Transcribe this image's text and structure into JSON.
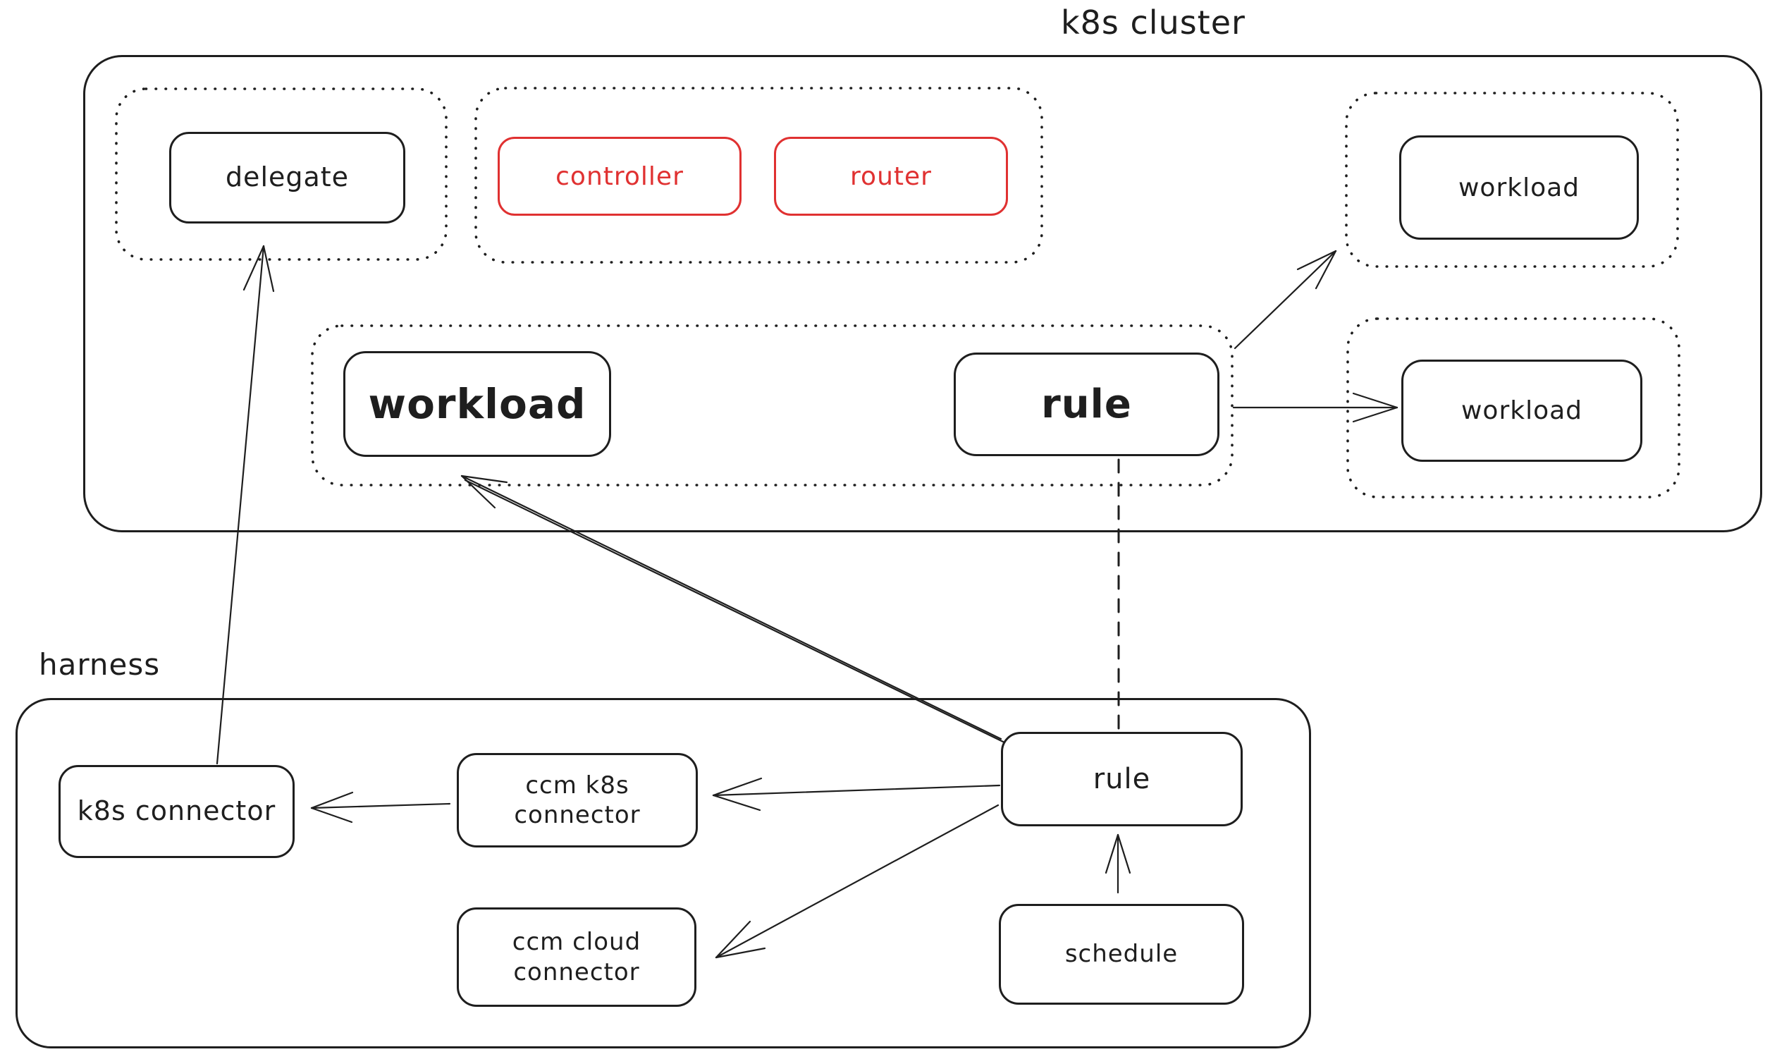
{
  "diagram": {
    "type": "architecture-sketch",
    "colors": {
      "ink": "#1e1e1e",
      "accent": "#e03131",
      "background": "#ffffff"
    },
    "groups": {
      "k8s_cluster": {
        "label": "k8s cluster"
      },
      "harness": {
        "label": "harness"
      }
    },
    "nodes": {
      "delegate": {
        "label": "delegate"
      },
      "controller": {
        "label": "controller"
      },
      "router": {
        "label": "router"
      },
      "workload_top_right": {
        "label": "workload"
      },
      "workload_mid_right": {
        "label": "workload"
      },
      "workload_main": {
        "label": "workload"
      },
      "rule_cluster": {
        "label": "rule"
      },
      "k8s_connector": {
        "label": "k8s connector"
      },
      "ccm_k8s_connector": {
        "label": "ccm k8s\nconnector"
      },
      "ccm_cloud_connector": {
        "label": "ccm cloud\nconnector"
      },
      "rule_harness": {
        "label": "rule"
      },
      "schedule": {
        "label": "schedule"
      }
    },
    "edges": [
      {
        "from": "k8s connector",
        "to": "delegate",
        "style": "solid-arrow"
      },
      {
        "from": "rule (harness)",
        "to": "workload (cluster)",
        "style": "solid-arrow"
      },
      {
        "from": "rule (harness)",
        "to": "ccm k8s connector",
        "style": "solid-arrow"
      },
      {
        "from": "rule (harness)",
        "to": "ccm cloud connector",
        "style": "solid-arrow"
      },
      {
        "from": "ccm k8s connector",
        "to": "k8s connector",
        "style": "solid-arrow"
      },
      {
        "from": "schedule",
        "to": "rule (harness)",
        "style": "solid-arrow"
      },
      {
        "from": "rule (cluster)",
        "to": "workload (top right)",
        "style": "solid-arrow"
      },
      {
        "from": "rule (cluster)",
        "to": "workload (mid right)",
        "style": "solid-arrow"
      },
      {
        "from": "rule (harness)",
        "to": "rule (cluster)",
        "style": "dashed-line"
      }
    ]
  }
}
